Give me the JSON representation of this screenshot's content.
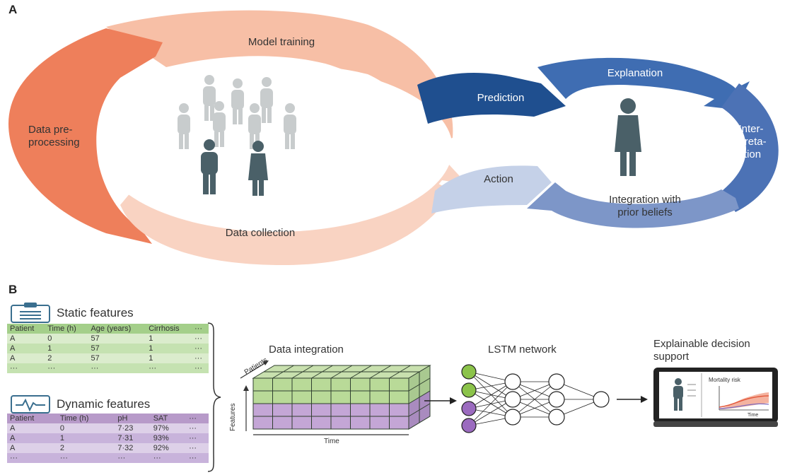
{
  "panel_a": {
    "letter": "A",
    "cycle_left": {
      "model_training": "Model training",
      "data_preprocessing_1": "Data pre-",
      "data_preprocessing_2": "processing",
      "data_collection": "Data collection"
    },
    "cycle_right": {
      "prediction": "Prediction",
      "explanation": "Explanation",
      "interpretation_1": "Inter-",
      "interpretation_2": "preta-",
      "interpretation_3": "tion",
      "integration_1": "Integration with",
      "integration_2": "prior beliefs",
      "action": "Action"
    },
    "colors": {
      "orange_dark": "#ee7f5b",
      "orange_light": "#f7bfa6",
      "orange_pale": "#f9d3c2",
      "blue_dark": "#1f4f8f",
      "blue_mid": "#3f6db2",
      "blue_light": "#7d96c8",
      "blue_pale": "#c5d1e8",
      "person_dark": "#4a6068",
      "person_light": "#c8cccd"
    }
  },
  "panel_b": {
    "letter": "B",
    "static_features": {
      "title": "Static features",
      "headers": [
        "Patient",
        "Time (h)",
        "Age (years)",
        "Cirrhosis",
        "···"
      ],
      "rows": [
        [
          "A",
          "0",
          "57",
          "1",
          "···"
        ],
        [
          "A",
          "1",
          "57",
          "1",
          "···"
        ],
        [
          "A",
          "2",
          "57",
          "1",
          "···"
        ],
        [
          "···",
          "···",
          "···",
          "···",
          "···"
        ]
      ]
    },
    "dynamic_features": {
      "title": "Dynamic features",
      "headers": [
        "Patient",
        "Time (h)",
        "pH",
        "SAT",
        "···"
      ],
      "rows": [
        [
          "A",
          "0",
          "7·23",
          "97%",
          "···"
        ],
        [
          "A",
          "1",
          "7·31",
          "93%",
          "···"
        ],
        [
          "A",
          "2",
          "7·32",
          "92%",
          "···"
        ],
        [
          "···",
          "···",
          "···",
          "···",
          "···"
        ]
      ]
    },
    "data_integration": {
      "title": "Data integration",
      "axis_patients": "Patients",
      "axis_features": "Features",
      "axis_time": "Time"
    },
    "lstm": {
      "title": "LSTM network"
    },
    "decision": {
      "title_1": "Explainable decision",
      "title_2": "support",
      "screen_chart_title": "Mortality risk",
      "screen_axis": "Time"
    }
  }
}
